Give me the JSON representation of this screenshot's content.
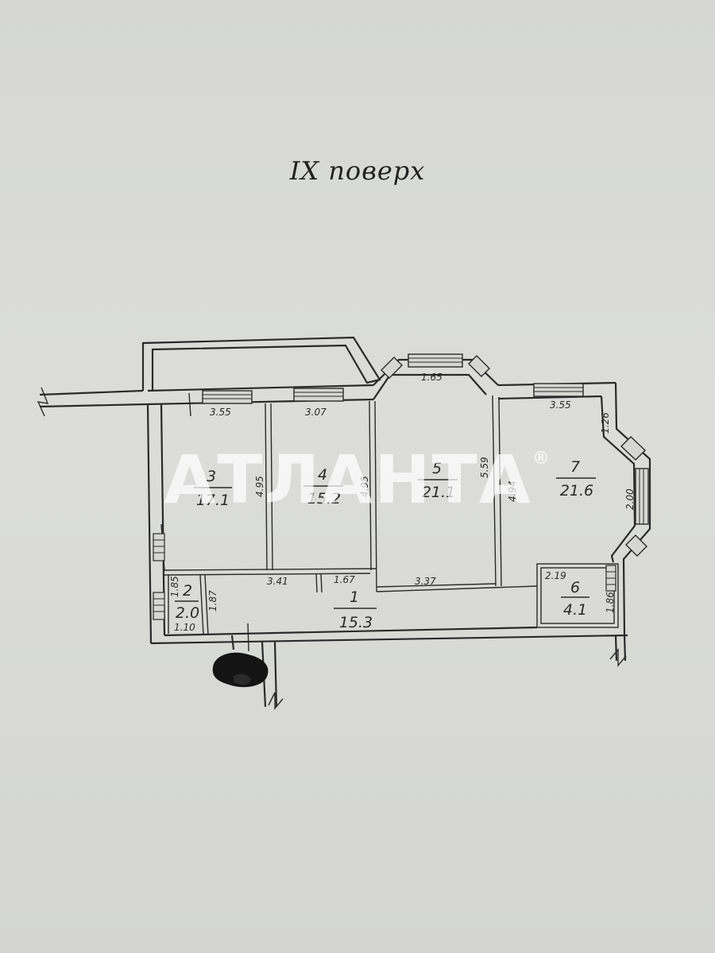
{
  "title": "IX поверх",
  "watermark": {
    "text": "АТЛАНТА",
    "mark": "®"
  },
  "rooms": [
    {
      "id": "3",
      "area": "17.1"
    },
    {
      "id": "4",
      "area": "15.2"
    },
    {
      "id": "5",
      "area": "21.1"
    },
    {
      "id": "7",
      "area": "21.6"
    },
    {
      "id": "2",
      "area": "2.0"
    },
    {
      "id": "1",
      "area": "15.3"
    },
    {
      "id": "6",
      "area": "4.1"
    }
  ],
  "dimensions": {
    "r3_width": "3.55",
    "r3_depth": "4.95",
    "r4_width": "3.07",
    "r4_depth": "4.95",
    "r5_window": "1.65",
    "r5_depth": "5.59",
    "r5_bottom": "3.37",
    "r7_width": "3.55",
    "r7_depth": "4.94",
    "r7_top_right": "1.26",
    "r7_bay": "2.00",
    "r2_top": "1.85",
    "r2_bottom": "1.10",
    "r1_left": "1.87",
    "r1_top_a": "3.41",
    "r1_top_b": "1.67",
    "r6_top": "2.19",
    "r6_right": "1.86"
  }
}
